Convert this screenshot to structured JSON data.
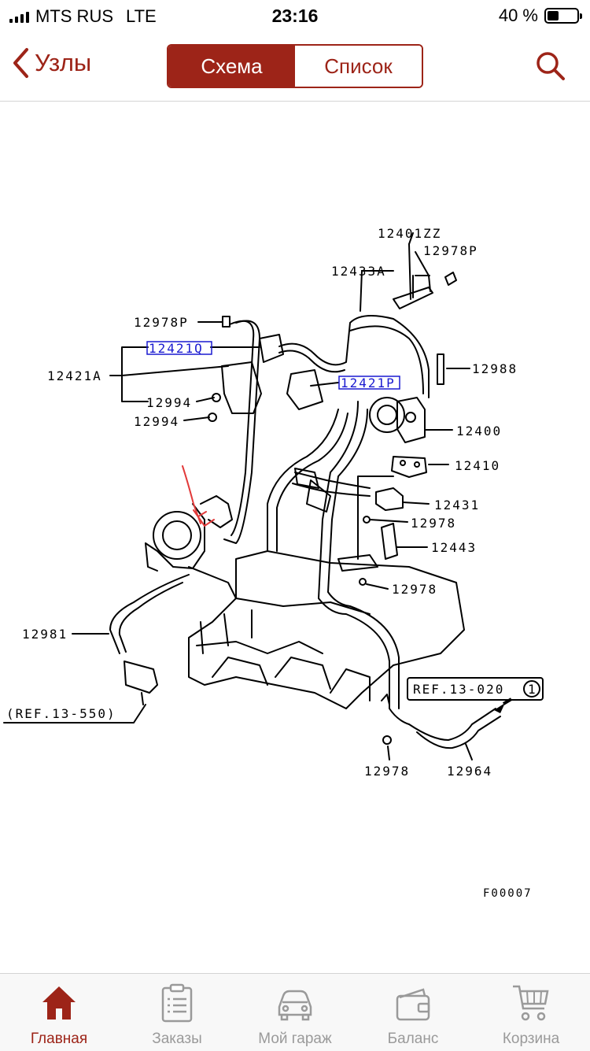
{
  "status_bar": {
    "carrier": "MTS RUS",
    "network": "LTE",
    "time": "23:16",
    "battery": "40 %",
    "battery_level": 0.4
  },
  "nav": {
    "back_label": "Узлы",
    "segments": [
      "Схема",
      "Список"
    ],
    "active_segment": 0
  },
  "diagram": {
    "labels": [
      "12401ZZ",
      "12978P",
      "12433A",
      "12978P",
      "12421Q",
      "12421A",
      "12994",
      "12994",
      "12421P",
      "12988",
      "12400",
      "12410",
      "12431",
      "12978",
      "12443",
      "12978",
      "12981",
      "(REF.13-550)",
      "REF.13-020",
      "1",
      "12978",
      "12964",
      "F00007"
    ]
  },
  "tabbar": {
    "items": [
      "Главная",
      "Заказы",
      "Мой гараж",
      "Баланс",
      "Корзина"
    ],
    "active": 0
  },
  "colors": {
    "accent": "#9d2418",
    "inactive": "#9a9a9a",
    "highlight_box": "#1a1ad0",
    "annotation": "#e23a3a"
  }
}
